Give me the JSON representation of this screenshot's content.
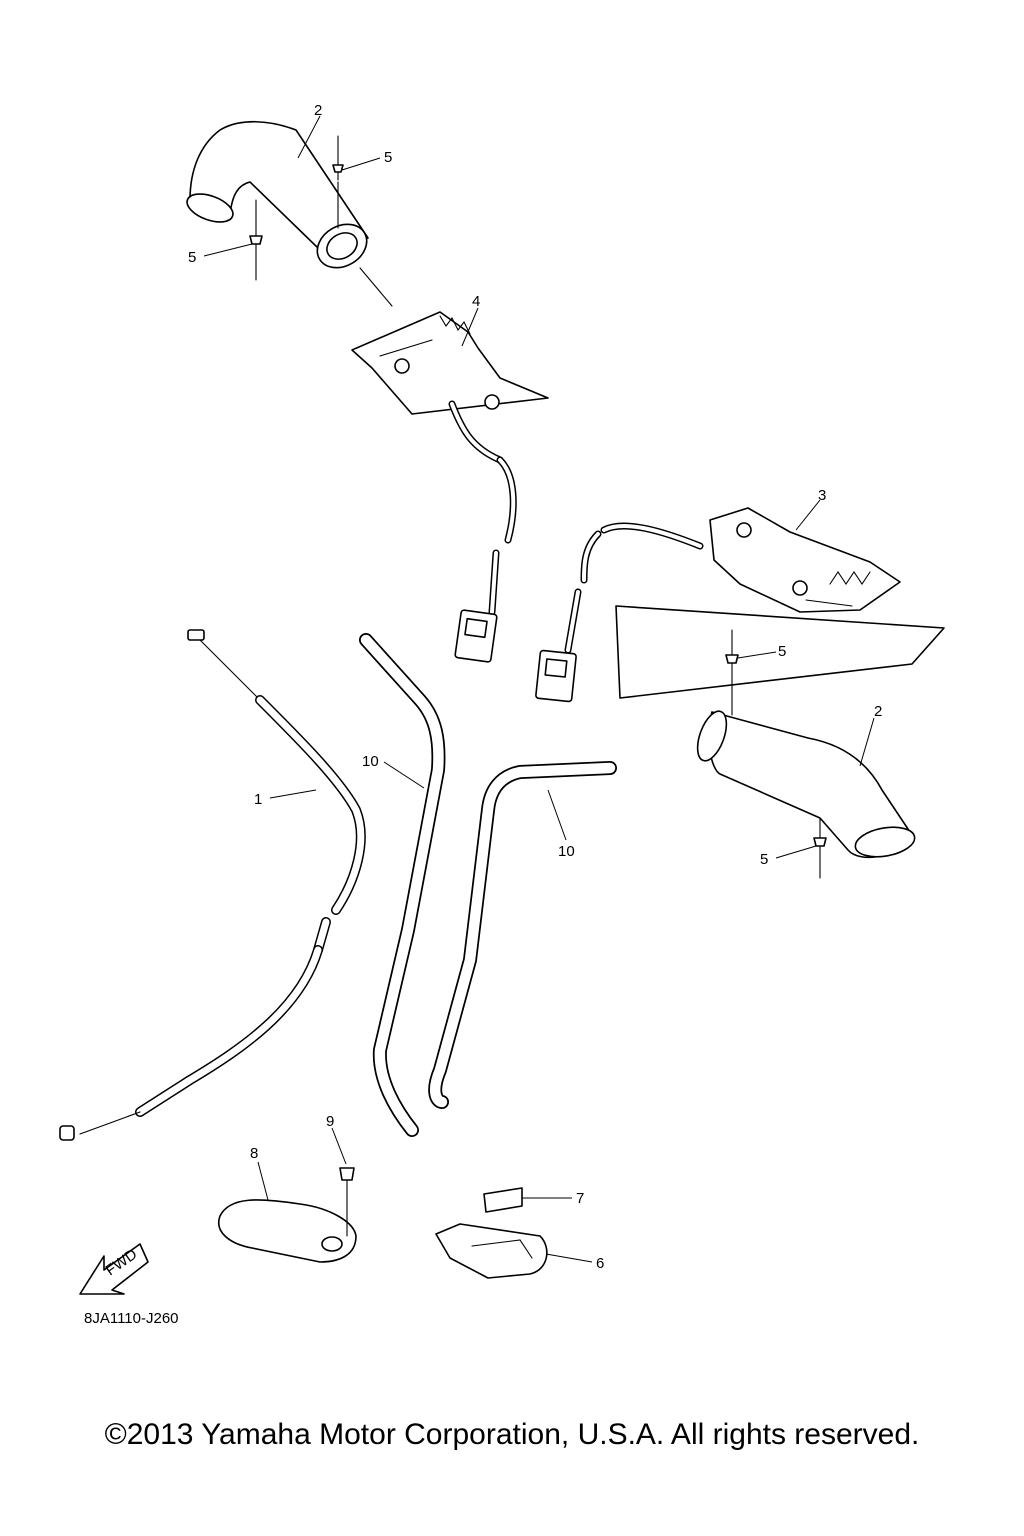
{
  "diagram": {
    "part_callouts": {
      "p1": "1",
      "p2_top": "2",
      "p2_right": "2",
      "p3": "3",
      "p4": "4",
      "p5_a": "5",
      "p5_b": "5",
      "p5_c": "5",
      "p5_d": "5",
      "p6": "6",
      "p7": "7",
      "p8": "8",
      "p9": "9",
      "p10_a": "10",
      "p10_b": "10"
    },
    "fwd_label": "FWD",
    "reference_code": "8JA1110-J260"
  },
  "footer": {
    "copyright": "©2013 Yamaha Motor Corporation, U.S.A. All rights reserved."
  }
}
